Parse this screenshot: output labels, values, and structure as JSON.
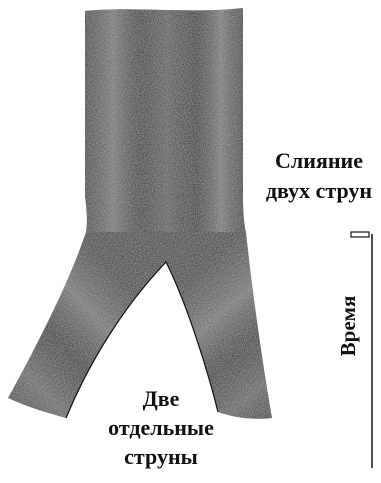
{
  "diagram": {
    "merged_label": {
      "line1": "Слияние",
      "line2": "двух струн"
    },
    "separate_label": {
      "line1": "Две",
      "line2": "отдельные",
      "line3": "струны"
    },
    "time_axis_label": "Время",
    "colors": {
      "ink": "#111111",
      "background": "#ffffff"
    }
  }
}
